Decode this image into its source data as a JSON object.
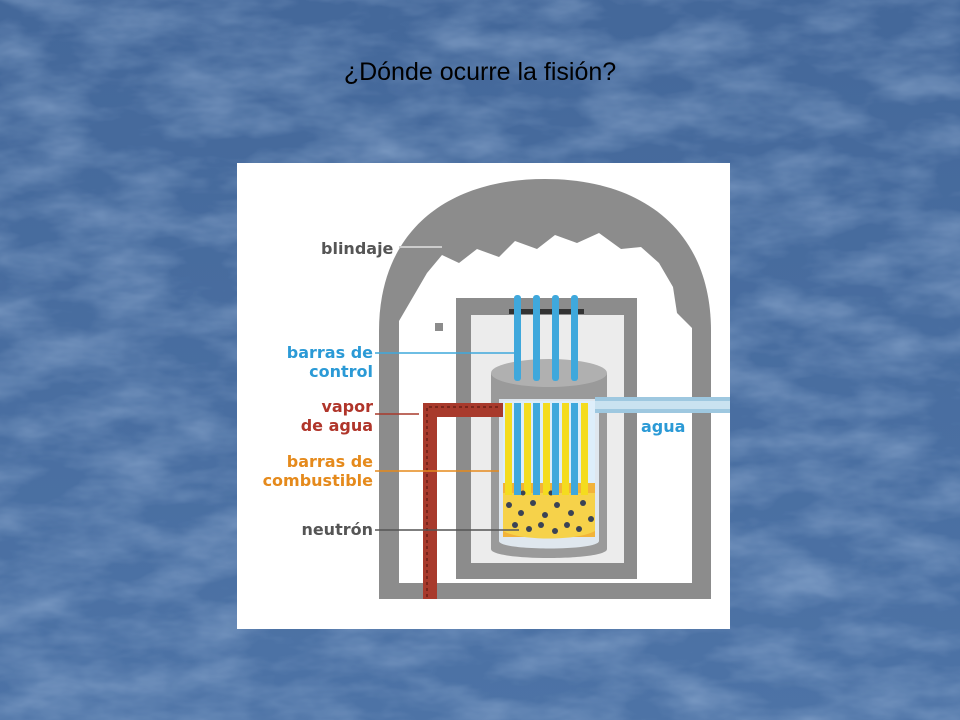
{
  "slide": {
    "title": "¿Dónde ocurre la fisión?",
    "background_color": "#4a6fa0"
  },
  "diagram": {
    "labels": {
      "blindaje": "blindaje",
      "control_1": "barras de",
      "control_2": "control",
      "vapor_1": "vapor",
      "vapor_2": "de agua",
      "fuel_1": "barras de",
      "fuel_2": "combustible",
      "neutron": "neutrón",
      "agua": "agua"
    },
    "colors": {
      "shield": "#8c8c8c",
      "control_rods": "#3fa8dc",
      "steam_pipe": "#a83a2c",
      "fuel_rods": "#f4dc1e",
      "core_fill": "#f2b33a",
      "labels_gray": "#555555",
      "labels_blue": "#2b9ad6",
      "labels_red": "#b0352a",
      "labels_orange": "#e58a1c"
    }
  }
}
